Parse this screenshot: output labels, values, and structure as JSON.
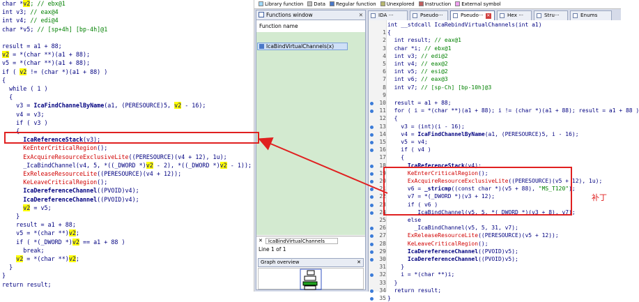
{
  "left_code": {
    "lines": [
      [
        [
          "char *",
          "nv"
        ],
        [
          "v2",
          "hl"
        ],
        [
          "; // ebx@1",
          "gr"
        ]
      ],
      [
        [
          "int v3; ",
          "nv"
        ],
        [
          "// eax@4",
          "gr"
        ]
      ],
      [
        [
          "int v4; ",
          "nv"
        ],
        [
          "// edi@4",
          "gr"
        ]
      ],
      [
        [
          "char *v5; ",
          "nv"
        ],
        [
          "// [sp+4h] [bp-4h]@1",
          "gr"
        ]
      ],
      [],
      [
        [
          "result = a1 + 88;",
          "nv"
        ]
      ],
      [
        [
          "v2",
          "hl"
        ],
        [
          " = *(char **)(a1 + 88);",
          "nv"
        ]
      ],
      [
        [
          "v5 = *(char **)(a1 + 88);",
          "nv"
        ]
      ],
      [
        [
          "if ( ",
          "nv"
        ],
        [
          "v2",
          "hl"
        ],
        [
          " != (char *)(a1 + 88) )",
          "nv"
        ]
      ],
      [
        [
          "{",
          "nv"
        ]
      ],
      [
        [
          "  while ( 1 )",
          "nv"
        ]
      ],
      [
        [
          "  {",
          "nv"
        ]
      ],
      [
        [
          "    v3 = ",
          "nv"
        ],
        [
          "IcaFindChannelByName",
          "kw"
        ],
        [
          "(a1, (PERESOURCE)5, ",
          "nv"
        ],
        [
          "v2",
          "hl"
        ],
        [
          " - 16);",
          "nv"
        ]
      ],
      [
        [
          "    v4 = v3;",
          "nv"
        ]
      ],
      [
        [
          "    if ( v3 )",
          "nv"
        ]
      ],
      [
        [
          "    {",
          "nv"
        ]
      ],
      [
        [
          "      ",
          "nv"
        ],
        [
          "IcaReferenceStack",
          "kw"
        ],
        [
          "(v3);",
          "nv"
        ]
      ],
      [
        [
          "      ",
          "nv"
        ],
        [
          "KeEnterCriticalRegion",
          "rd"
        ],
        [
          "();",
          "nv"
        ]
      ],
      [
        [
          "      ",
          "nv"
        ],
        [
          "ExAcquireResourceExclusiveLite",
          "rd"
        ],
        [
          "((PERESOURCE)(v4 + 12), 1u);",
          "nv"
        ]
      ],
      [
        [
          "      _IcaBindChannel(v4, 5, *((_DWORD *)",
          "nv"
        ],
        [
          "v2",
          "hl"
        ],
        [
          " - 2), *((_DWORD *)",
          "nv"
        ],
        [
          "v2",
          "hl"
        ],
        [
          " - 1));",
          "nv"
        ]
      ],
      [
        [
          "      ",
          "nv"
        ],
        [
          "ExReleaseResourceLite",
          "rd"
        ],
        [
          "((PERESOURCE)(v4 + 12));",
          "nv"
        ]
      ],
      [
        [
          "      ",
          "nv"
        ],
        [
          "KeLeaveCriticalRegion",
          "rd"
        ],
        [
          "();",
          "nv"
        ]
      ],
      [
        [
          "      ",
          "nv"
        ],
        [
          "IcaDereferenceChannel",
          "kw"
        ],
        [
          "((PVOID)v4);",
          "nv"
        ]
      ],
      [
        [
          "      ",
          "nv"
        ],
        [
          "IcaDereferenceChannel",
          "kw"
        ],
        [
          "((PVOID)v4);",
          "nv"
        ]
      ],
      [
        [
          "      ",
          "nv"
        ],
        [
          "v2",
          "hl"
        ],
        [
          " = v5;",
          "nv"
        ]
      ],
      [
        [
          "    }",
          "nv"
        ]
      ],
      [
        [
          "    result = a1 + 88;",
          "nv"
        ]
      ],
      [
        [
          "    v5 = *(char **)",
          "nv"
        ],
        [
          "v2",
          "hl"
        ],
        [
          ";",
          "nv"
        ]
      ],
      [
        [
          "    if ( *(_DWORD *)",
          "nv"
        ],
        [
          "v2",
          "hl"
        ],
        [
          " == a1 + 88 )",
          "nv"
        ]
      ],
      [
        [
          "      break;",
          "nv"
        ]
      ],
      [
        [
          "    ",
          "nv"
        ],
        [
          "v2",
          "hl"
        ],
        [
          " = *(char **)",
          "nv"
        ],
        [
          "v2",
          "hl"
        ],
        [
          ";",
          "nv"
        ]
      ],
      [
        [
          "  }",
          "nv"
        ]
      ],
      [
        [
          "}",
          "nv"
        ]
      ],
      [
        [
          "return result;",
          "nv"
        ]
      ]
    ]
  },
  "legend": [
    {
      "label": "Library function",
      "color": "#9fd8f8"
    },
    {
      "label": "Data",
      "color": "#c0c0c0"
    },
    {
      "label": "Regular function",
      "color": "#4a78c8"
    },
    {
      "label": "Unexplored",
      "color": "#b8b870"
    },
    {
      "label": "Instruction",
      "color": "#c06060"
    },
    {
      "label": "External symbol",
      "color": "#f0a0f0"
    }
  ],
  "functions_window": {
    "title": "Functions window",
    "column": "Function name",
    "selected_function": "IcaBindVirtualChannels(x)",
    "search_value": "IcaBindVirtualChannels",
    "status": "Line 1 of 1",
    "graph_title": "Graph overview"
  },
  "tabs": [
    {
      "label": "IDA ···",
      "active": false
    },
    {
      "label": "Pseudo···",
      "active": false
    },
    {
      "label": "Pseudo···",
      "active": true
    },
    {
      "label": "Hex ···",
      "active": false
    },
    {
      "label": "Stru···",
      "active": false
    },
    {
      "label": "Enums",
      "active": false
    }
  ],
  "pseudocode": [
    {
      "n": "",
      "dot": false,
      "t": [
        [
          "int __stdcall IcaRebindVirtualChannels(int a1)",
          "nv"
        ]
      ]
    },
    {
      "n": "1",
      "dot": false,
      "t": [
        [
          "{",
          "nv"
        ]
      ]
    },
    {
      "n": "2",
      "dot": false,
      "t": [
        [
          "  int result; ",
          "nv"
        ],
        [
          "// eax@1",
          "gr"
        ]
      ]
    },
    {
      "n": "3",
      "dot": false,
      "t": [
        [
          "  char *i; ",
          "nv"
        ],
        [
          "// ebx@1",
          "gr"
        ]
      ]
    },
    {
      "n": "4",
      "dot": false,
      "t": [
        [
          "  int v3; ",
          "nv"
        ],
        [
          "// edi@2",
          "gr"
        ]
      ]
    },
    {
      "n": "5",
      "dot": false,
      "t": [
        [
          "  int v4; ",
          "nv"
        ],
        [
          "// eax@2",
          "gr"
        ]
      ]
    },
    {
      "n": "6",
      "dot": false,
      "t": [
        [
          "  int v5; ",
          "nv"
        ],
        [
          "// esi@2",
          "gr"
        ]
      ]
    },
    {
      "n": "7",
      "dot": false,
      "t": [
        [
          "  int v6; ",
          "nv"
        ],
        [
          "// eax@3",
          "gr"
        ]
      ]
    },
    {
      "n": "8",
      "dot": false,
      "t": [
        [
          "  int v7; ",
          "nv"
        ],
        [
          "// [sp-Ch] [bp-10h]@3",
          "gr"
        ]
      ]
    },
    {
      "n": "9",
      "dot": false,
      "t": []
    },
    {
      "n": "10",
      "dot": true,
      "t": [
        [
          "  result = a1 + 88;",
          "nv"
        ]
      ]
    },
    {
      "n": "11",
      "dot": true,
      "t": [
        [
          "  for ( i = *(char **)(a1 + 88); i != (char *)(a1 + 88); result = a1 + 88 )",
          "nv"
        ]
      ]
    },
    {
      "n": "12",
      "dot": false,
      "t": [
        [
          "  {",
          "nv"
        ]
      ]
    },
    {
      "n": "13",
      "dot": true,
      "t": [
        [
          "    v3 = (int)(i - 16);",
          "nv"
        ]
      ]
    },
    {
      "n": "14",
      "dot": true,
      "t": [
        [
          "    v4 = ",
          "nv"
        ],
        [
          "IcaFindChannelByName",
          "kw"
        ],
        [
          "(a1, (PERESOURCE)5, i - 16);",
          "nv"
        ]
      ]
    },
    {
      "n": "15",
      "dot": true,
      "t": [
        [
          "    v5 = v4;",
          "nv"
        ]
      ]
    },
    {
      "n": "16",
      "dot": true,
      "t": [
        [
          "    if ( v4 )",
          "nv"
        ]
      ]
    },
    {
      "n": "17",
      "dot": false,
      "t": [
        [
          "    {",
          "nv"
        ]
      ]
    },
    {
      "n": "18",
      "dot": true,
      "t": [
        [
          "      ",
          "nv"
        ],
        [
          "IcaReferenceStack",
          "kw"
        ],
        [
          "(v4);",
          "nv"
        ]
      ]
    },
    {
      "n": "19",
      "dot": true,
      "t": [
        [
          "      ",
          "nv"
        ],
        [
          "KeEnterCriticalRegion",
          "rd"
        ],
        [
          "();",
          "nv"
        ]
      ]
    },
    {
      "n": "20",
      "dot": true,
      "t": [
        [
          "      ",
          "nv"
        ],
        [
          "ExAcquireResourceExclusiveLite",
          "rd"
        ],
        [
          "((PERESOURCE)(v5 + 12), 1u);",
          "nv"
        ]
      ]
    },
    {
      "n": "21",
      "dot": true,
      "t": [
        [
          "      v6 = ",
          "nv"
        ],
        [
          "_stricmp",
          "kw"
        ],
        [
          "((const char *)(v5 + 88), ",
          "nv"
        ],
        [
          "\"MS_T120\"",
          "str"
        ],
        [
          ");",
          "nv"
        ]
      ]
    },
    {
      "n": "22",
      "dot": true,
      "t": [
        [
          "      v7 = *(_DWORD *)(v3 + 12);",
          "nv"
        ]
      ]
    },
    {
      "n": "23",
      "dot": true,
      "t": [
        [
          "      if ( v6 )",
          "nv"
        ]
      ]
    },
    {
      "n": "24",
      "dot": true,
      "t": [
        [
          "        _IcaBindChannel(v5, 5, *(_DWORD *)(v3 + 8), v7);",
          "nv"
        ]
      ]
    },
    {
      "n": "25",
      "dot": false,
      "t": [
        [
          "      else",
          "nv"
        ]
      ]
    },
    {
      "n": "26",
      "dot": true,
      "t": [
        [
          "        _IcaBindChannel(v5, 5, 31, v7);",
          "nv"
        ]
      ]
    },
    {
      "n": "27",
      "dot": true,
      "t": [
        [
          "      ",
          "nv"
        ],
        [
          "ExReleaseResourceLite",
          "rd"
        ],
        [
          "((PERESOURCE)(v5 + 12));",
          "nv"
        ]
      ]
    },
    {
      "n": "28",
      "dot": true,
      "t": [
        [
          "      ",
          "nv"
        ],
        [
          "KeLeaveCriticalRegion",
          "rd"
        ],
        [
          "();",
          "nv"
        ]
      ]
    },
    {
      "n": "29",
      "dot": true,
      "t": [
        [
          "      ",
          "nv"
        ],
        [
          "IcaDereferenceChannel",
          "kw"
        ],
        [
          "((PVOID)v5);",
          "nv"
        ]
      ]
    },
    {
      "n": "30",
      "dot": true,
      "t": [
        [
          "      ",
          "nv"
        ],
        [
          "IcaDereferenceChannel",
          "kw"
        ],
        [
          "((PVOID)v5);",
          "nv"
        ]
      ]
    },
    {
      "n": "31",
      "dot": false,
      "t": [
        [
          "    }",
          "nv"
        ]
      ]
    },
    {
      "n": "32",
      "dot": true,
      "t": [
        [
          "    i = *(char **)i;",
          "nv"
        ]
      ]
    },
    {
      "n": "33",
      "dot": false,
      "t": [
        [
          "  }",
          "nv"
        ]
      ]
    },
    {
      "n": "34",
      "dot": true,
      "t": [
        [
          "  return result;",
          "nv"
        ]
      ]
    },
    {
      "n": "35",
      "dot": true,
      "t": [
        [
          "}",
          "nv"
        ]
      ]
    }
  ],
  "annotation": {
    "label": "补丁",
    "color": "#e02020"
  }
}
